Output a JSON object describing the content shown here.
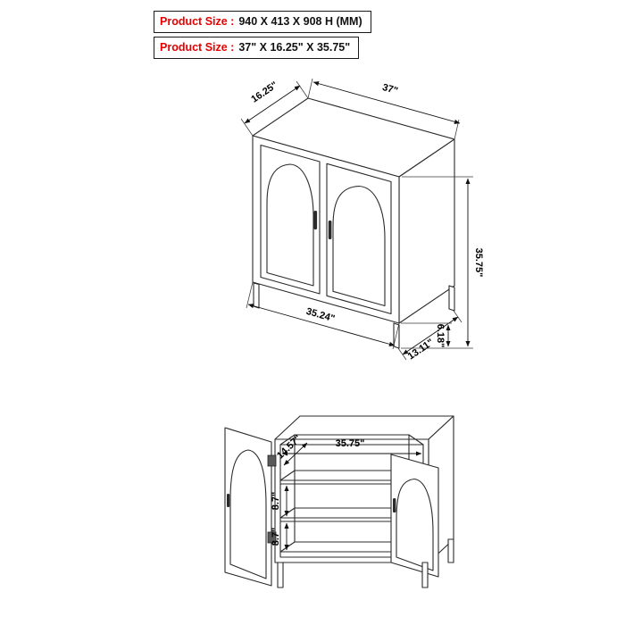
{
  "header": {
    "box1": {
      "label": "Product Size :",
      "value": "940 X 413 X 908 H (MM)"
    },
    "box2": {
      "label": "Product Size :",
      "value": "37\" X 16.25\" X 35.75\""
    }
  },
  "colors": {
    "label_red": "#e60000",
    "line_dark": "#2b2b2b"
  },
  "closed_view": {
    "dims": {
      "depth_top": "16.25\"",
      "width_top": "37\"",
      "height_total": "35.75\"",
      "width_front": "35.24\"",
      "depth_base": "13.11\"",
      "leg_height": "6.18\""
    }
  },
  "open_view": {
    "dims": {
      "interior_width": "35.75\"",
      "interior_depth": "14.57\"",
      "shelf_gap_1": "8.7\"",
      "shelf_gap_2": "8.7\""
    }
  }
}
